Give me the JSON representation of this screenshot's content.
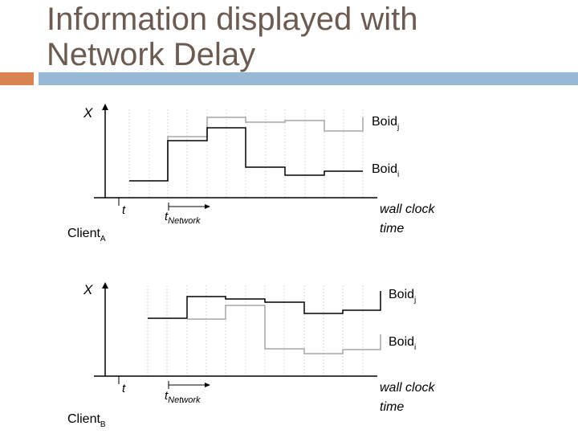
{
  "title_lines": [
    "Information displayed with",
    "Network Delay"
  ],
  "colors": {
    "title": "#6b5b52",
    "accent": "#d9834f",
    "rule": "#97b9d4",
    "dark_line": "#000000",
    "light_line": "#a6a6a6",
    "grid": "#d9d9d9"
  },
  "panels": [
    {
      "axis_label": "X",
      "tick_label": "t",
      "network_label": "t",
      "network_sub": "Network",
      "wall_label": [
        "wall clock",
        "time"
      ],
      "client_label": "Client",
      "client_sub": "A",
      "boid_j": "Boid",
      "boid_j_sub": "j",
      "boid_i": "Boid",
      "boid_i_sub": "i"
    },
    {
      "axis_label": "X",
      "tick_label": "t",
      "network_label": "t",
      "network_sub": "Network",
      "wall_label": [
        "wall clock",
        "time"
      ],
      "client_label": "Client",
      "client_sub": "B",
      "boid_j": "Boid",
      "boid_j_sub": "j",
      "boid_i": "Boid",
      "boid_i_sub": "i"
    }
  ]
}
